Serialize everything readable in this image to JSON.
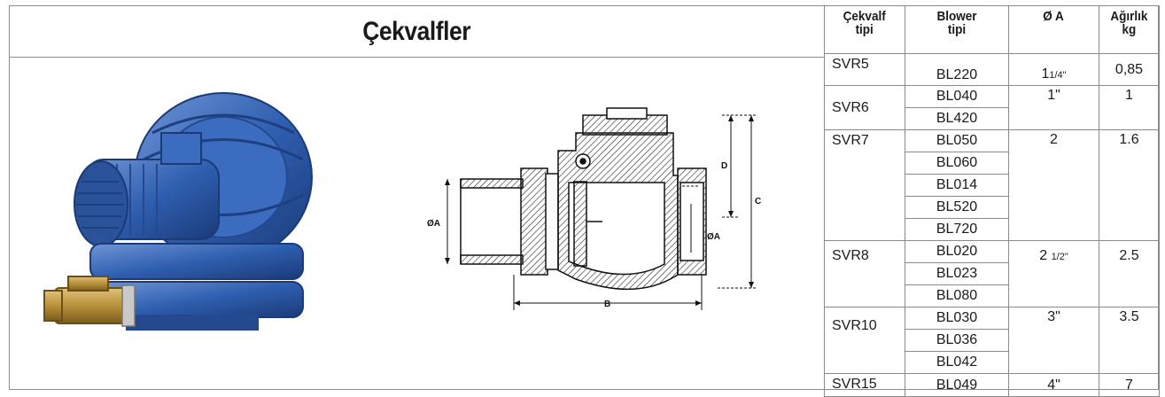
{
  "title": "Çekvalfler",
  "table": {
    "headers": {
      "model_1": "Çekvalf",
      "model_2": "tipi",
      "blower_1": "Blower",
      "blower_2": "tipi",
      "diameter": "Ø A",
      "weight_1": "Ağırlık",
      "weight_2": "kg"
    },
    "rows": [
      {
        "model": "SVR5",
        "blowers": [
          "BL220"
        ],
        "diameter_main": "1",
        "diameter_frac": "1/4\"",
        "weight": "0,85"
      },
      {
        "model": "SVR6",
        "blowers": [
          "BL040",
          "BL420"
        ],
        "diameter_main": "1\"",
        "diameter_frac": "",
        "weight": "1"
      },
      {
        "model": "SVR7",
        "blowers": [
          "BL050",
          "BL060",
          "BL014",
          "BL520",
          "BL720"
        ],
        "diameter_main": "2",
        "diameter_frac": "",
        "weight": "1.6"
      },
      {
        "model": "SVR8",
        "blowers": [
          "BL020",
          "BL023",
          "BL080"
        ],
        "diameter_main": "2 ",
        "diameter_frac": "1/2\"",
        "weight": "2.5"
      },
      {
        "model": "SVR10",
        "blowers": [
          "BL030",
          "BL036",
          "BL042"
        ],
        "diameter_main": "3\"",
        "diameter_frac": "",
        "weight": "3.5"
      },
      {
        "model": "SVR15",
        "blowers": [
          "BL049"
        ],
        "diameter_main": "4\"",
        "diameter_frac": "",
        "weight": "7"
      }
    ]
  },
  "diagram": {
    "label_a_left": "ØA",
    "label_a_right": "ØA",
    "label_b": "B",
    "label_c": "C",
    "label_d": "D"
  },
  "colors": {
    "border": "#8a8a8a",
    "pump_blue": "#2f5fb0",
    "brass": "#b8913a"
  }
}
